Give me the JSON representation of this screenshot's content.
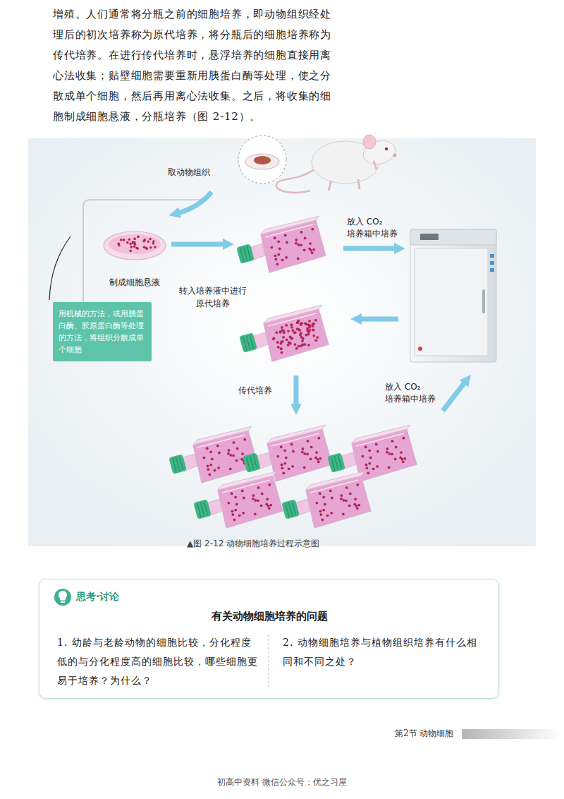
{
  "diagram": {
    "caption": "▲图 2-12 动物细胞培养过程示意图",
    "nodes": [
      {
        "text": [
          "制成细胞悬液"
        ]
      },
      {
        "text": [
          "用机械的方法，或用胰蛋白酶、胶原蛋白酶等处理的方法，将组织分散成单个细胞"
        ]
      },
      {
        "text": [
          "转入培养液中进行原代培养"
        ]
      },
      {
        "text": [
          "思考·讨论",
          "有关动物细胞培养的问题",
          "1. 幼龄与老龄动物的细胞比较，分化程度低的与分化程度高的细胞比较，哪些细胞更易于培养？为什么？",
          "2. 动物细胞培养与植物组织培养有什么相同和不同之处？"
        ]
      }
    ],
    "edges": [
      {
        "from": 0,
        "to": 2,
        "arrow": "to"
      }
    ],
    "labels": [
      "增殖。人们通常将分瓶之前的细胞培养，即动物组织经处理后的初次培养称为原代培养，将分瓶后的细胞培养称为传代培养。在进行传代培养时，悬浮培养的细胞直接用离心法收集；贴壁细胞需要重新用胰蛋白酶等处理，使之分散成单个细胞，然后再用离心法收集。之后，将收集的细胞制成细胞悬液，分瓶培养（图 2-12）。",
      "取动物组织",
      "放入 CO₂ 培养箱中培养",
      "传代培养",
      "放入 CO₂ 培养箱中培养",
      "第2节 动物细胞",
      "初高中资料 微信公众号：优之习屋"
    ]
  }
}
